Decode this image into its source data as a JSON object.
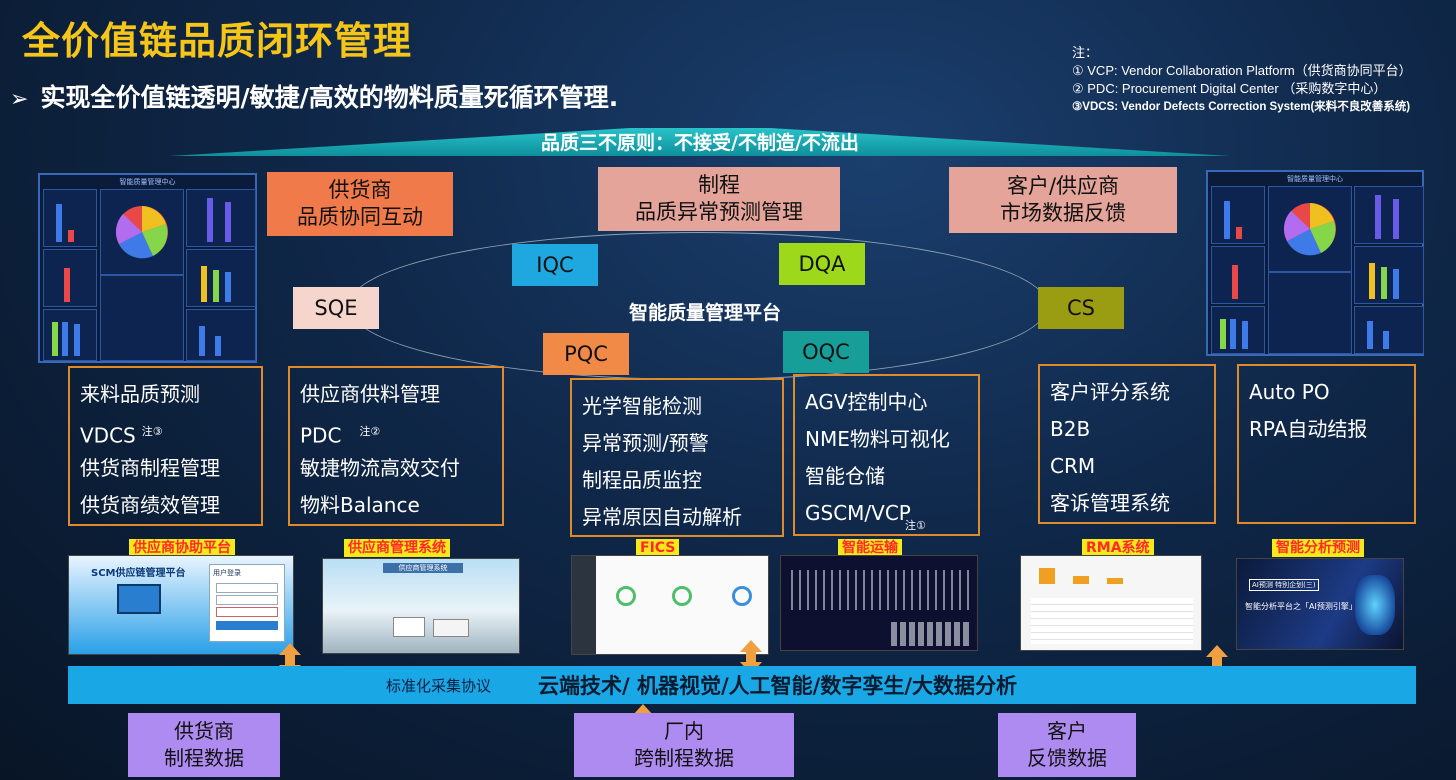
{
  "title": "全价值链品质闭环管理",
  "subtitle": "实现全价值链透明/敏捷/高效的物料质量死循环管理.",
  "notes": {
    "label": "注：",
    "n1": "① VCP: Vendor  Collaboration Platform（供货商协同平台）",
    "n2": "② PDC:  Procurement Digital Center （采购数字中心）",
    "n3": "③VDCS: Vendor Defects Correction System(来料不良改善系统)"
  },
  "banner": "品质三不原则：不接受/不制造/不流出",
  "headers": {
    "h1": {
      "line1": "供货商",
      "line2": "品质协同互动"
    },
    "h2": {
      "line1": "制程",
      "line2": "品质异常预测管理"
    },
    "h3": {
      "line1": "客户/供应商",
      "line2": "市场数据反馈"
    }
  },
  "roles": {
    "iqc": "IQC",
    "dqa": "DQA",
    "sqe": "SQE",
    "cs": "CS",
    "pqc": "PQC",
    "oqc": "OQC"
  },
  "platform": "智能质量管理平台",
  "dashboard": {
    "title": "智能质量管理中心"
  },
  "boxes": {
    "b1": [
      "来料品质预测",
      "VDCS",
      "供货商制程管理",
      "供货商绩效管理"
    ],
    "b1_note": "注③",
    "b2": [
      "供应商供料管理",
      "PDC",
      "敏捷物流高效交付",
      "物料Balance"
    ],
    "b2_note": "注②",
    "b3": [
      "光学智能检测",
      "异常预测/预警",
      "制程品质监控",
      "异常原因自动解析"
    ],
    "b4": [
      "AGV控制中心",
      "NME物料可视化",
      "智能仓储",
      "GSCM/VCP"
    ],
    "b4_note": "注①",
    "b5": [
      "客户评分系统",
      "B2B",
      "CRM",
      "客诉管理系统"
    ],
    "b6": [
      "Auto PO",
      "RPA自动结报"
    ]
  },
  "systems": {
    "s1": "供应商协助平台",
    "s2": "供应商管理系统",
    "s3": "FICS",
    "s4": "智能运输",
    "s5": "RMA系统",
    "s6": "智能分析预测"
  },
  "shots": {
    "scm_title": "SCM供应链管理平台",
    "scm_login": "用户登录",
    "sup_title": "供应商管理系统",
    "ai_tag": "AI预测",
    "ai_tag2": "特别企划(三)",
    "ai_line": "智能分析平台之「AI预测引擎」"
  },
  "bottom_bar": {
    "protocol": "标准化采集协议",
    "tech": "云端技术/ 机器视觉/人工智能/数字孪生/大数据分析"
  },
  "sources": {
    "left": {
      "line1": "供货商",
      "line2": "制程数据"
    },
    "mid": {
      "line1": "厂内",
      "line2": "跨制程数据"
    },
    "right": {
      "line1": "客户",
      "line2": "反馈数据"
    }
  },
  "colors": {
    "title": "#f5c518",
    "orange_header": "#f07a4a",
    "pink_header": "#e4a49a",
    "iqc": "#1fa7e0",
    "dqa": "#9ed81a",
    "sqe": "#f6d6cc",
    "cs": "#9a9d12",
    "pqc": "#f08a46",
    "oqc": "#179e98",
    "box_border": "#e08a2a",
    "bigbar": "#19a7e6",
    "purple": "#ae8bf0"
  }
}
